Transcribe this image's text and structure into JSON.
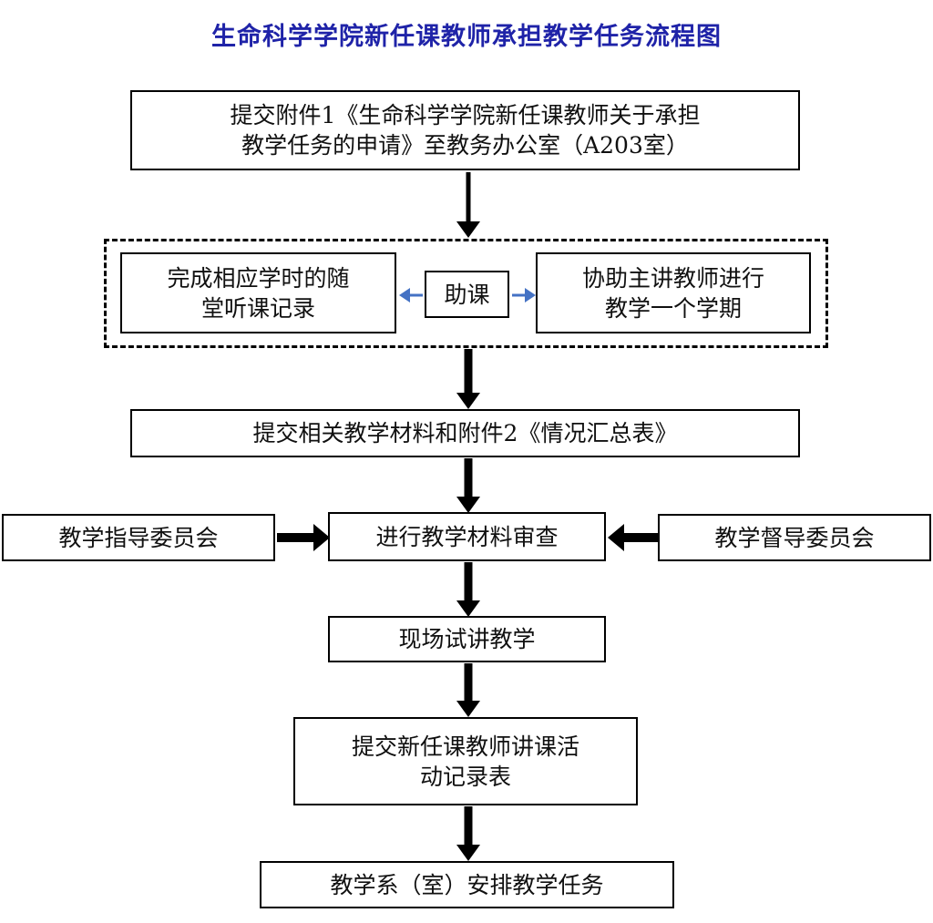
{
  "page": {
    "title": "生命科学学院新任课教师承担教学任务流程图",
    "title_color": "#1f23a8",
    "background": "#ffffff",
    "box_border_color": "#000000",
    "arrow_color": "#000000",
    "blue_arrow_color": "#4472c4"
  },
  "nodes": {
    "submit_application": {
      "line1": "提交附件1《生命科学学院新任课教师关于承担",
      "line2": "教学任务的申请》至教务办公室（A203室）"
    },
    "listening_record": {
      "line1": "完成相应学时的随",
      "line2": "堂听课记录"
    },
    "assist_label": "助课",
    "assist_teaching": {
      "line1": "协助主讲教师进行",
      "line2": "教学一个学期"
    },
    "submit_materials": "提交相关教学材料和附件2《情况汇总表》",
    "guidance_committee": "教学指导委员会",
    "material_review": "进行教学材料审查",
    "supervision_committee": "教学督导委员会",
    "trial_lecture": "现场试讲教学",
    "lecture_record": {
      "line1": "提交新任课教师讲课活",
      "line2": "动记录表"
    },
    "department_assign": "教学系（室）安排教学任务"
  },
  "icons": {
    "down_arrow": "down-arrow-icon",
    "right_arrow": "right-arrow-icon",
    "left_arrow": "left-arrow-icon"
  }
}
